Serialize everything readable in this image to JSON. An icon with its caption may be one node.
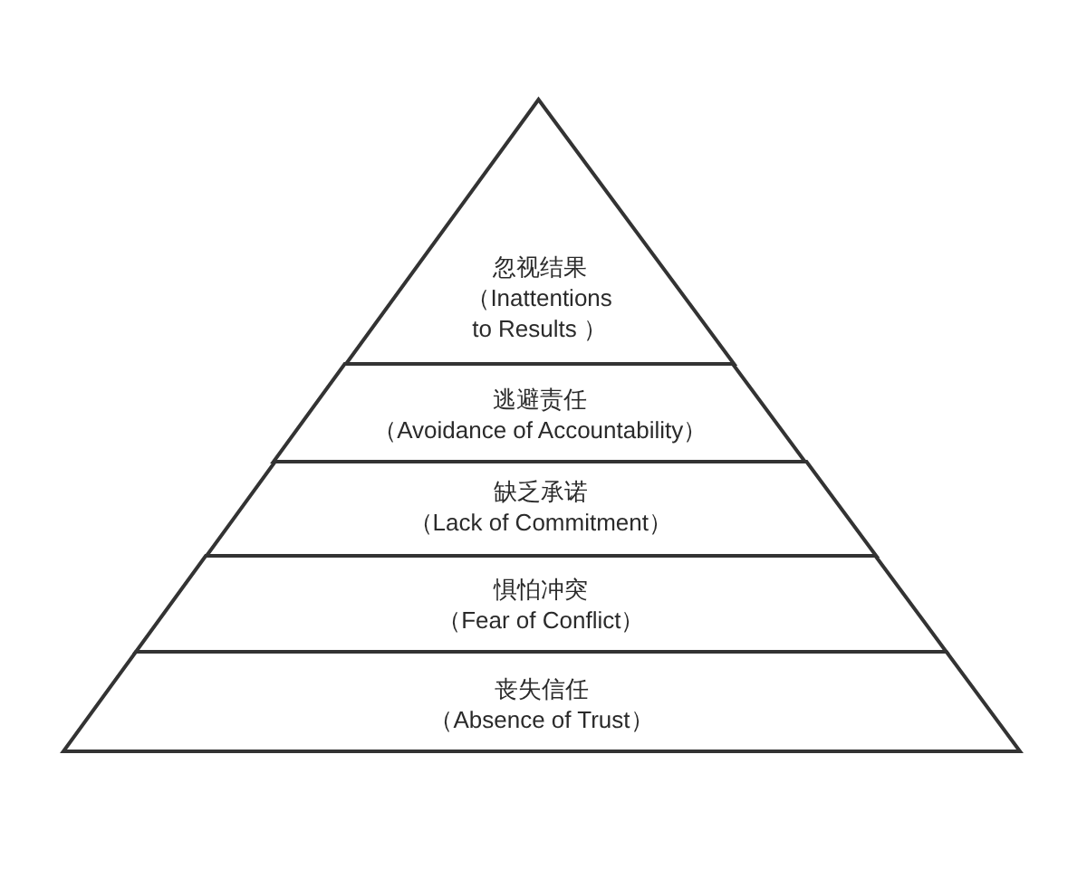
{
  "diagram": {
    "nodes": [
      {
        "text": [
          "忽视结果",
          "（Inattentions to Results ）"
        ]
      },
      {
        "text": [
          "逃避责任",
          "（Avoidance of Accountability）"
        ]
      },
      {
        "text": [
          "缺乏承诺",
          "（Lack of Commitment）"
        ]
      },
      {
        "text": [
          "惧怕冲突",
          "（Fear of Conflict）"
        ]
      },
      {
        "text": [
          "丧失信任",
          "（Absence of Trust）"
        ]
      }
    ]
  }
}
